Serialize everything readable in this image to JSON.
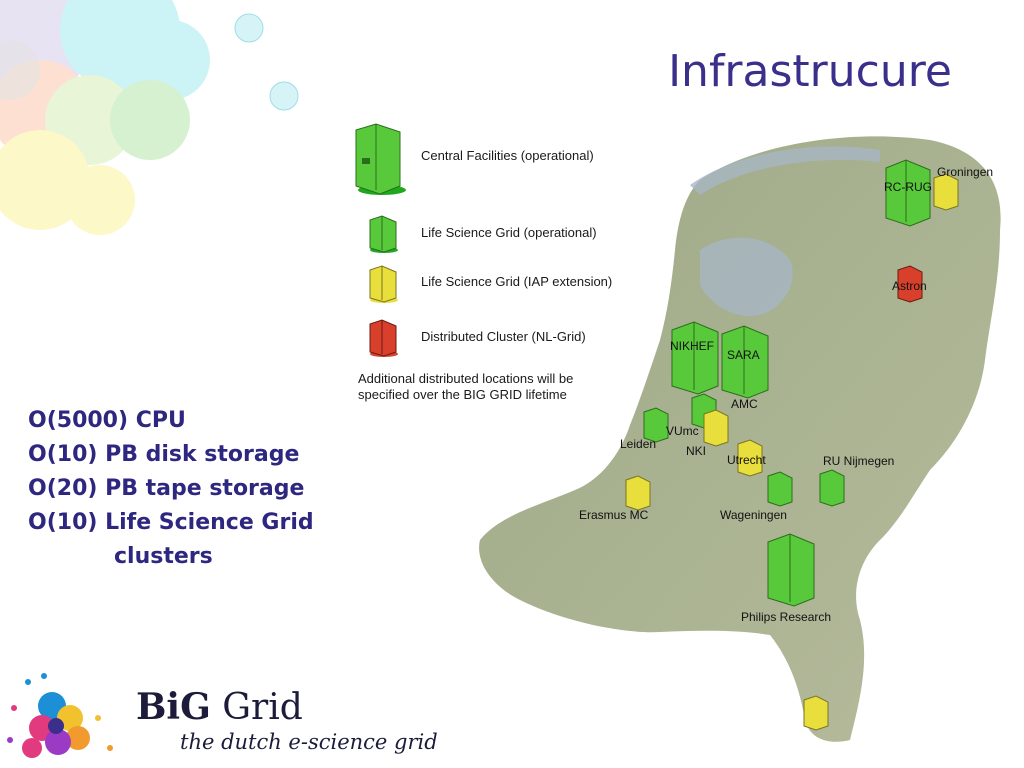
{
  "slide": {
    "title": "Infrastrucure",
    "bullets": [
      "O(5000) CPU",
      "O(10) PB disk storage",
      "O(20) PB tape storage",
      "O(10) Life Science Grid",
      "clusters"
    ]
  },
  "legend": {
    "items": [
      {
        "label": "Central Facilities (operational)",
        "color": "#58c93a"
      },
      {
        "label": "Life Science Grid (operational)",
        "color": "#58c93a"
      },
      {
        "label": "Life Science Grid (IAP extension)",
        "color": "#e8df3c"
      },
      {
        "label": "Distributed Cluster (NL-Grid)",
        "color": "#d8402c"
      }
    ],
    "note": "Additional distributed locations will be specified over the BIG GRID lifetime"
  },
  "map": {
    "sites": [
      {
        "label": "Groningen",
        "type": "lsg-iap"
      },
      {
        "label": "RC-RUG",
        "type": "central"
      },
      {
        "label": "Astron",
        "type": "distributed"
      },
      {
        "label": "NIKHEF",
        "type": "central"
      },
      {
        "label": "SARA",
        "type": "central"
      },
      {
        "label": "AMC",
        "type": "lsg-operational"
      },
      {
        "label": "VUmc",
        "type": "lsg-iap"
      },
      {
        "label": "NKI",
        "type": "lsg-iap"
      },
      {
        "label": "Leiden",
        "type": "lsg-operational"
      },
      {
        "label": "Utrecht",
        "type": "lsg-iap"
      },
      {
        "label": "RU Nijmegen",
        "type": "lsg-operational"
      },
      {
        "label": "Erasmus MC",
        "type": "lsg-iap"
      },
      {
        "label": "Wageningen",
        "type": "lsg-operational"
      },
      {
        "label": "Philips Research",
        "type": "central"
      },
      {
        "label": "",
        "type": "lsg-iap"
      }
    ]
  },
  "brand": {
    "name_bold": "BiG",
    "name_rest": " Grid",
    "tagline": "the dutch e-science grid"
  },
  "colors": {
    "title": "#3a2f8a",
    "bullets": "#2e2780",
    "central": "#58c93a",
    "iap": "#e8df3c",
    "distributed": "#d8402c"
  }
}
